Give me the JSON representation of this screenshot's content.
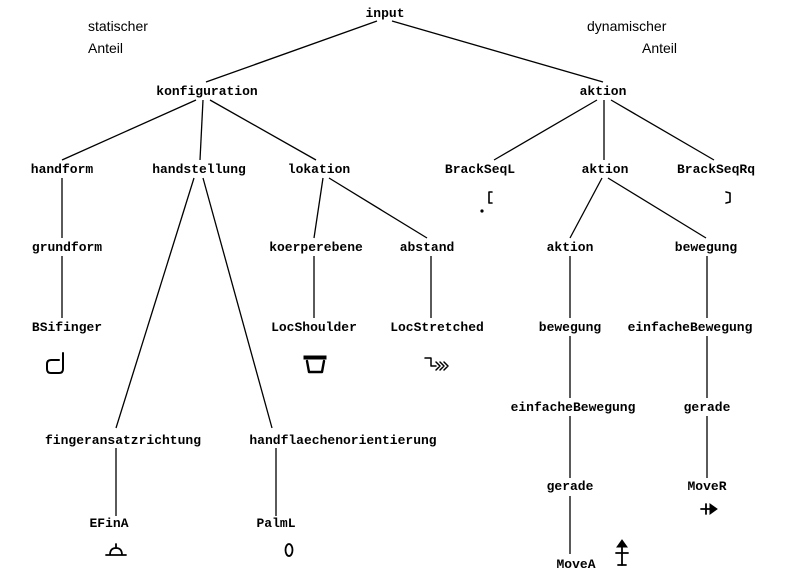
{
  "annotations": {
    "static_part": [
      "statischer",
      "Anteil"
    ],
    "dynamic_part": [
      "dynamischer",
      "Anteil"
    ]
  },
  "nodes": {
    "input": "input",
    "konfiguration": "konfiguration",
    "aktion_top": "aktion",
    "handform": "handform",
    "handstellung": "handstellung",
    "lokation": "lokation",
    "brackseql": "BrackSeqL",
    "aktion_mid": "aktion",
    "brackseqrq": "BrackSeqRq",
    "grundform": "grundform",
    "koerperebene": "koerperebene",
    "abstand": "abstand",
    "aktion_low": "aktion",
    "bewegung_right": "bewegung",
    "bsifinger": "BSifinger",
    "locshoulder": "LocShoulder",
    "locstretched": "LocStretched",
    "bewegung_left": "bewegung",
    "einfachebewegung_right": "einfacheBewegung",
    "einfachebewegung_left": "einfacheBewegung",
    "gerade_right": "gerade",
    "fingeransatzrichtung": "fingeransatzrichtung",
    "handflaechenorientierung": "handflaechenorientierung",
    "gerade_left": "gerade",
    "mover": "MoveR",
    "efina": "EFinA",
    "palml": "PalmL",
    "movea": "MoveA"
  },
  "icons": [
    "hamnosys-bracket-open-icon",
    "hamnosys-bracket-close-icon",
    "hamnosys-finger-icon",
    "hamnosys-shoulder-icon",
    "hamnosys-stretched-icon",
    "hamnosys-move-right-icon",
    "hamnosys-finger-direction-icon",
    "hamnosys-palm-left-icon",
    "hamnosys-move-up-icon"
  ]
}
